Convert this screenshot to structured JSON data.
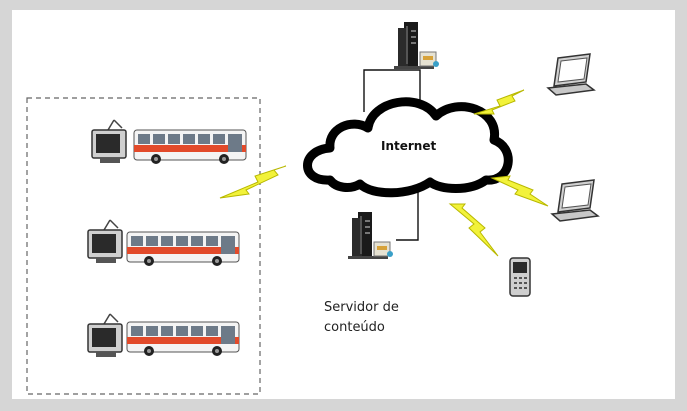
{
  "cloud": {
    "label": "Internet"
  },
  "server": {
    "label_line1": "Servidor de",
    "label_line2": "conteúdo"
  },
  "colors": {
    "bolt": "#f2f23a",
    "bolt_stroke": "#b8b800",
    "bus_stripe": "#e24a2a",
    "bus_body": "#f4f4f4",
    "cloud_stroke": "#000000"
  },
  "icons": [
    "server-rack-icon",
    "laptop-icon",
    "mobile-phone-icon",
    "tv-monitor-icon",
    "bus-icon",
    "lightning-bolt-icon"
  ]
}
